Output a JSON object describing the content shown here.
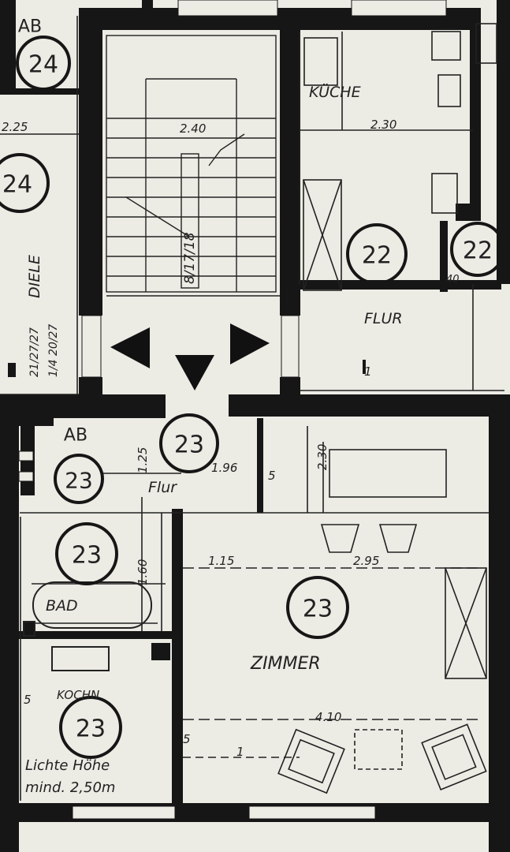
{
  "unit_markers": {
    "ab_24": "AB",
    "u24_top": "24",
    "u24_diele": "24",
    "u22_kitchen": "22",
    "u22_right": "22",
    "u23_flur": "23",
    "ab_23": "AB",
    "u23_ab": "23",
    "u23_bad": "23",
    "u23_zimmer": "23",
    "u23_kochn": "23"
  },
  "rooms": {
    "kueche": "KÜCHE",
    "diele": "DIELE",
    "flur_upper": "FLUR",
    "flur_lower": "Flur",
    "bad": "BAD",
    "zimmer": "ZIMMER",
    "kochn": "KOCHN"
  },
  "stair_label": "8/17/18",
  "diele_notes": [
    "21/27/27",
    "1/4 20/27"
  ],
  "ceiling_note": [
    "Lichte Höhe",
    "mind. 2,50m"
  ],
  "dimensions": {
    "d_225": "2.25",
    "d_240": "2.40",
    "d_230_kitchen": "2.30",
    "d_1_flur": "1",
    "d_125": "1.25",
    "d_196": "1.96",
    "d_5_flur": "5",
    "d_230_zimmer": "2.30",
    "d_115": "1.15",
    "d_295": "2.95",
    "d_160": "1.60",
    "d_410": "4.10",
    "d_5_bottom": "5",
    "d_1_bottom": "1",
    "d_40": "40",
    "d_5_left": "5"
  },
  "colors": {
    "paper": "#ecebe4",
    "ink": "#161616",
    "frame": "#1e1e1c"
  }
}
